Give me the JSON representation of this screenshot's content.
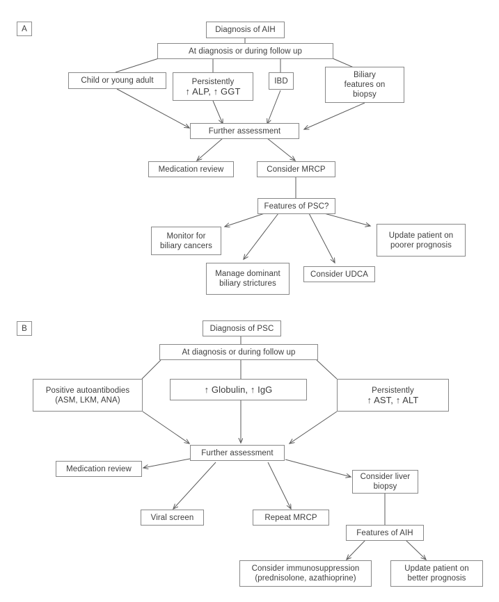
{
  "figure": {
    "type": "flowchart",
    "description": "Two-panel clinical decision flowchart for overlap of autoimmune hepatitis (AIH) and primary sclerosing cholangitis (PSC)",
    "background_color": "#ffffff",
    "box_border_color": "#878787",
    "text_color": "#3d3d3d",
    "line_color": "#5a5a5a"
  },
  "panels": [
    {
      "label": "A",
      "root": "Diagnosis of AIH",
      "trigger": "At diagnosis or during follow up",
      "triggers_row": [
        "Child or young adult",
        "Persistently\n↑ ALP, ↑ GGT",
        "IBD",
        "Biliary\nfeatures on\nbiopsy"
      ],
      "assessment": "Further assessment",
      "assessment_children": [
        "Medication review",
        "Consider MRCP"
      ],
      "decision": "Features of PSC?",
      "outcomes": [
        "Monitor for\nbiliary cancers",
        "Manage dominant\nbiliary strictures",
        "Consider UDCA",
        "Update patient on\npoorer prognosis"
      ]
    },
    {
      "label": "B",
      "root": "Diagnosis of PSC",
      "trigger": "At diagnosis or during follow up",
      "triggers_row": [
        "Positive autoantibodies\n(ASM, LKM, ANA)",
        "↑  Globulin, ↑  IgG",
        "Persistently\n↑  AST, ↑  ALT"
      ],
      "assessment": "Further assessment",
      "assessment_children": [
        "Medication review",
        "Viral screen",
        "Repeat MRCP",
        "Consider liver\nbiopsy"
      ],
      "decision": "Features of AIH",
      "outcomes": [
        "Consider immunosuppression\n(prednisolone, azathioprine)",
        "Update patient on\nbetter prognosis"
      ]
    }
  ],
  "nodes": {
    "a_root": {
      "text": "Diagnosis of AIH"
    },
    "a_trigger": {
      "text": "At diagnosis or during follow up"
    },
    "a_t1": {
      "text": "Child or young adult"
    },
    "a_t2_line1": {
      "text": "Persistently"
    },
    "a_t2_line2": {
      "text": "↑ ALP, ↑ GGT"
    },
    "a_t3": {
      "text": "IBD"
    },
    "a_t4": {
      "text": "Biliary\nfeatures on\nbiopsy"
    },
    "a_assess": {
      "text": "Further assessment"
    },
    "a_medrev": {
      "text": "Medication review"
    },
    "a_mrcp": {
      "text": "Consider MRCP"
    },
    "a_decision": {
      "text": "Features of PSC?"
    },
    "a_o1": {
      "text": "Monitor for\nbiliary cancers"
    },
    "a_o2": {
      "text": "Manage dominant\nbiliary strictures"
    },
    "a_o3": {
      "text": "Consider UDCA"
    },
    "a_o4": {
      "text": "Update patient on\npoorer prognosis"
    },
    "b_root": {
      "text": "Diagnosis of PSC"
    },
    "b_trigger": {
      "text": "At diagnosis or during follow up"
    },
    "b_t1": {
      "text": "Positive autoantibodies\n(ASM, LKM, ANA)"
    },
    "b_t2": {
      "text": "↑  Globulin, ↑  IgG"
    },
    "b_t3_line1": {
      "text": "Persistently"
    },
    "b_t3_line2": {
      "text": "↑  AST, ↑  ALT"
    },
    "b_assess": {
      "text": "Further assessment"
    },
    "b_medrev": {
      "text": "Medication review"
    },
    "b_viral": {
      "text": "Viral screen"
    },
    "b_mrcp": {
      "text": "Repeat MRCP"
    },
    "b_biopsy": {
      "text": "Consider liver\nbiopsy"
    },
    "b_decision": {
      "text": "Features of AIH"
    },
    "b_o1": {
      "text": "Consider immunosuppression\n(prednisolone, azathioprine)"
    },
    "b_o2": {
      "text": "Update patient on\nbetter prognosis"
    },
    "label_a": {
      "text": "A"
    },
    "label_b": {
      "text": "B"
    }
  }
}
